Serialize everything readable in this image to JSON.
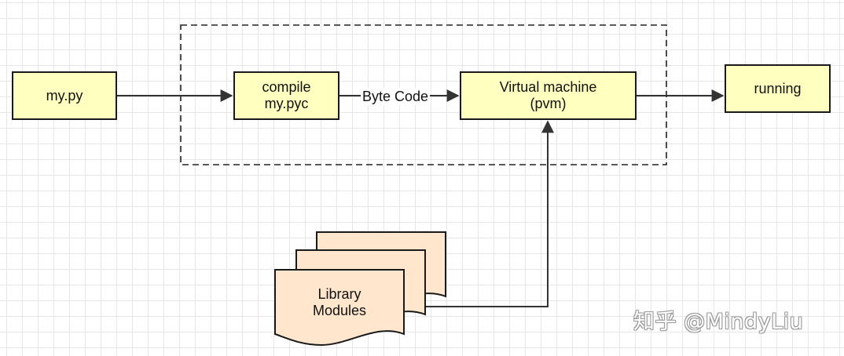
{
  "nodes": {
    "source": {
      "label": "my.py"
    },
    "compile": {
      "line1": "compile",
      "line2": "my.pyc"
    },
    "vm": {
      "line1": "Virtual machine",
      "line2": "(pvm)"
    },
    "running": {
      "label": "running"
    },
    "library": {
      "line1": "Library",
      "line2": "Modules"
    }
  },
  "edges": {
    "compile_to_vm": {
      "label": "Byte Code"
    }
  },
  "watermark": {
    "text": "知乎 @MindyLiu"
  },
  "colors": {
    "process_fill": "#ffffc0",
    "document_fill": "#ffe6cc",
    "stroke": "#1a1a1a"
  }
}
